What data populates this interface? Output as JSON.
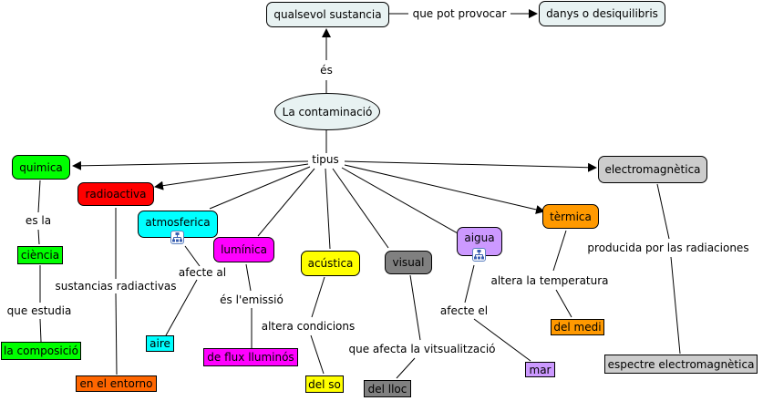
{
  "title": "La contaminació",
  "colors": {
    "root": "#e8f2f2",
    "quimica": "#00ff00",
    "radioactiva": "#ff0000",
    "atmosferica": "#00ffff",
    "luminica": "#ff00ff",
    "acustica": "#ffff00",
    "visual": "#808080",
    "aigua": "#cc99ff",
    "termica": "#ff9900",
    "electromagnetica": "#cccccc",
    "entorno": "#ff6600",
    "line": "#000000"
  },
  "nodes": {
    "root": "La contaminació",
    "substance": "qualsevol sustancia",
    "damage": "danys o desiquilibris",
    "quimica": "quimica",
    "ciencia": "ciència",
    "composicio": "la composició",
    "radioactiva": "radioactiva",
    "entorno": "en el entorno",
    "atmosferica": "atmosferica",
    "aire": "aire",
    "luminica": "lumínica",
    "flux": "de flux lluminós",
    "acustica": "acústica",
    "so": "del so",
    "visual": "visual",
    "lloc": "del lloc",
    "aigua": "aigua",
    "mar": "mar",
    "termica": "tèrmica",
    "medi": "del medi",
    "electromagnetica": "electromagnètica",
    "espectre": "espectre electromagnètica"
  },
  "links": {
    "es": "és",
    "que_pot_provocar": "que pot provocar",
    "tipus": "tipus",
    "es_la": "es la",
    "que_estudia": "que estudia",
    "sustancias_radiactivas": "sustancias radiactivas",
    "afecte_al": "afecte al",
    "es_lemissio": "és l'emissió",
    "altera_condicions": "altera condicions",
    "que_afecta": "que afecta la vitsualització",
    "afecte_el": "afecte el",
    "altera_temperatura": "altera la temperatura",
    "producida": "producida por las radiaciones"
  },
  "icons": {
    "submap": "concept-map-icon"
  }
}
